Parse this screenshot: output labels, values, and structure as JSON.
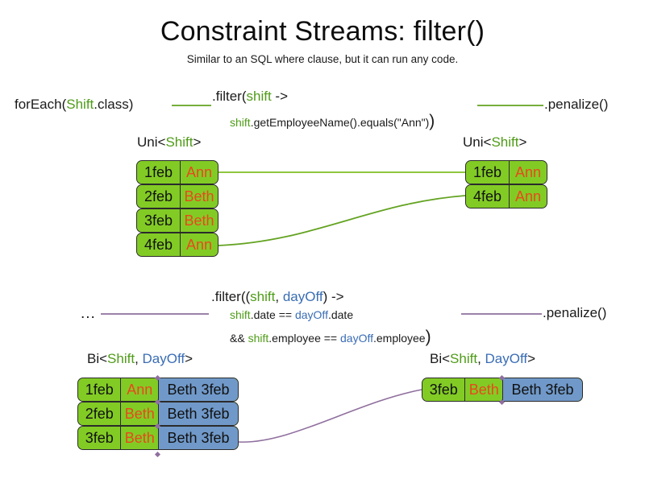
{
  "slide": {
    "title": "Constraint Streams: filter()",
    "subtitle": "Similar to an SQL where clause, but it can run any code."
  },
  "colors": {
    "shift_green": "#4f9c18",
    "dayoff_blue": "#3a6db5",
    "card_green": "#82cb25",
    "card_blue": "#7099c9",
    "name_orange": "#e8491c",
    "connector_green": "#63a321",
    "connector_purple": "#8f6f9e",
    "card_border": "#2b2b2b"
  },
  "uni_section": {
    "source_label": {
      "prefix": "forEach(",
      "type": "Shift",
      "suffix": ".class)"
    },
    "filter_line1": {
      "prefix": ".filter(",
      "param": "shift",
      "suffix": " ->"
    },
    "filter_line2": {
      "param": "shift",
      "body": ".getEmployeeName().equals(\"Ann\")",
      "close": ")"
    },
    "penalize_label": ".penalize()",
    "input_stream_label": {
      "prefix": "Uni<",
      "type": "Shift",
      "suffix": ">"
    },
    "output_stream_label": {
      "prefix": "Uni<",
      "type": "Shift",
      "suffix": ">"
    },
    "input_rows": [
      {
        "date": "1feb",
        "name": "Ann"
      },
      {
        "date": "2feb",
        "name": "Beth"
      },
      {
        "date": "3feb",
        "name": "Beth"
      },
      {
        "date": "4feb",
        "name": "Ann"
      }
    ],
    "output_rows": [
      {
        "date": "1feb",
        "name": "Ann"
      },
      {
        "date": "4feb",
        "name": "Ann"
      }
    ]
  },
  "bi_section": {
    "source_label": "...",
    "filter_line1": {
      "prefix": ".filter((",
      "param1": "shift",
      "comma": ", ",
      "param2": "dayOff",
      "suffix": ") ->"
    },
    "filter_line2": {
      "param1": "shift",
      "mid": ".date == ",
      "param2": "dayOff",
      "tail": ".date"
    },
    "filter_line3": {
      "op": "&& ",
      "param1": "shift",
      "mid": ".employee == ",
      "param2": "dayOff",
      "tail": ".employee",
      "close": ")"
    },
    "penalize_label": ".penalize()",
    "input_stream_label": {
      "prefix": "Bi<",
      "type1": "Shift",
      "comma": ", ",
      "type2": "DayOff",
      "suffix": ">"
    },
    "output_stream_label": {
      "prefix": "Bi<",
      "type1": "Shift",
      "comma": ", ",
      "type2": "DayOff",
      "suffix": ">"
    },
    "input_rows": [
      {
        "date": "1feb",
        "name": "Ann",
        "dayoff": "Beth 3feb"
      },
      {
        "date": "2feb",
        "name": "Beth",
        "dayoff": "Beth 3feb"
      },
      {
        "date": "3feb",
        "name": "Beth",
        "dayoff": "Beth 3feb"
      }
    ],
    "output_rows": [
      {
        "date": "3feb",
        "name": "Beth",
        "dayoff": "Beth 3feb"
      }
    ]
  }
}
